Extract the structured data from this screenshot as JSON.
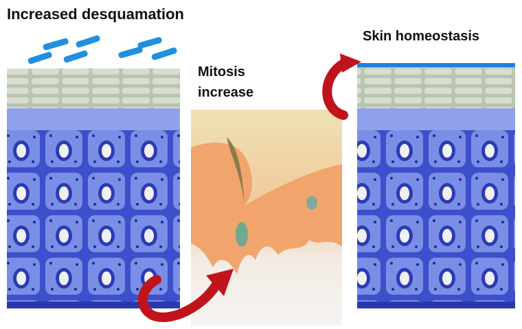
{
  "labels": {
    "left_title": "Increased desquamation",
    "middle_title_line1": "Mitosis",
    "middle_title_line2": "increase",
    "right_title": "Skin homeostasis"
  },
  "colors": {
    "stratum_corneum": "#c4cdbd",
    "basal_dark": "#2f3fc0",
    "basal_mid": "#6a80e0",
    "basal_light": "#cfd9f5",
    "flake_blue": "#1f8fe0",
    "arrow_red": "#c0141c",
    "dermis_orange": "#f1a46c",
    "dermis_top": "#efe1b3",
    "dermis_bottom": "#f4f1ee"
  },
  "icons": [
    "curved-arrow-icon"
  ]
}
